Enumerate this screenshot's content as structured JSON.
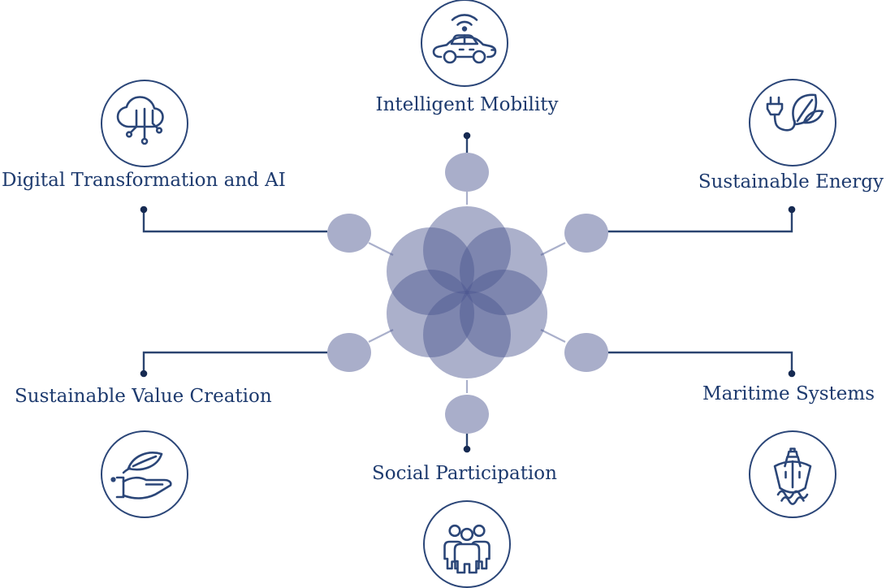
{
  "diagram": {
    "name": "research-focus-areas-diagram",
    "description": "Six research fields arranged around a central rosette of overlapping circles"
  },
  "nodes": [
    {
      "id": "intelligent-mobility",
      "label": "Intelligent Mobility",
      "icon": "connected-car-icon",
      "position": "top"
    },
    {
      "id": "sustainable-energy",
      "label": "Sustainable Energy",
      "icon": "plug-leaf-icon",
      "position": "right-top"
    },
    {
      "id": "maritime-systems",
      "label": "Maritime Systems",
      "icon": "ship-icon",
      "position": "right-bottom"
    },
    {
      "id": "social-participation",
      "label": "Social Participation",
      "icon": "people-group-icon",
      "position": "bottom"
    },
    {
      "id": "sustainable-value-creation",
      "label": "Sustainable Value Creation",
      "icon": "hand-leaf-icon",
      "position": "left-bottom"
    },
    {
      "id": "digital-transformation-ai",
      "label": "Digital Transformation and AI",
      "icon": "cloud-circuit-icon",
      "position": "left-top"
    }
  ],
  "colors": {
    "background": "#ffffff",
    "label_text": "#1d3a6e",
    "icon_stroke": "#2b4678",
    "connector_line": "#2b4470",
    "connector_dot": "#162a52",
    "satellite_fill": "#a9aeca",
    "light_line": "#aab0cb",
    "rosette_fill": "#4d5890",
    "rosette_opacity": "0.47"
  }
}
